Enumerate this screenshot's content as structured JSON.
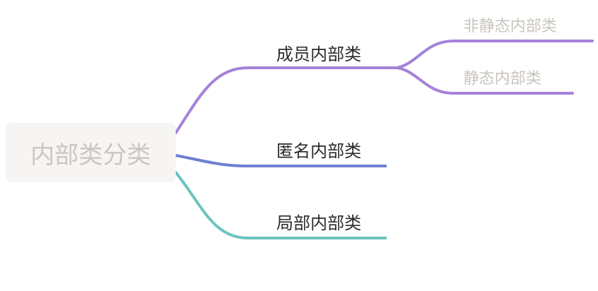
{
  "root": {
    "label": "内部类分类"
  },
  "branches": [
    {
      "label": "成员内部类",
      "color": "#a482d8",
      "children": [
        {
          "label": "非静态内部类"
        },
        {
          "label": "静态内部类"
        }
      ]
    },
    {
      "label": "匿名内部类",
      "color": "#6e7fd3",
      "children": []
    },
    {
      "label": "局部内部类",
      "color": "#6cc3c0",
      "children": []
    }
  ],
  "colors": {
    "root_bg": "#f6f5f3",
    "root_text": "#cbc6bf",
    "leaf_text": "#c9c4bd",
    "branch_text": "#2b2b2b"
  }
}
